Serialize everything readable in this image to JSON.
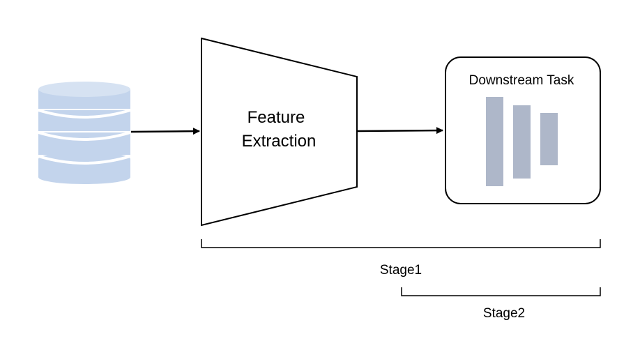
{
  "nodes": {
    "feature_extraction": {
      "line1": "Feature",
      "line2": "Extraction"
    },
    "downstream_task": {
      "title": "Downstream Task",
      "bar_color": "#aeb7c9"
    },
    "database": {
      "icon": "database-icon",
      "color": "#c3d4ec"
    }
  },
  "stages": {
    "stage1": "Stage1",
    "stage2": "Stage2"
  }
}
